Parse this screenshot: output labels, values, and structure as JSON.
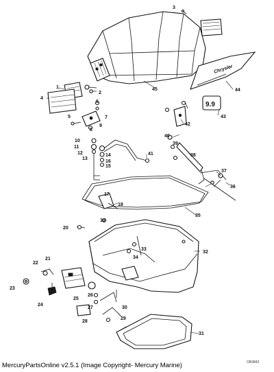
{
  "diagram": {
    "decal_text": "Chrysler",
    "hp_badge": "9.9",
    "reference_code": "OB3842",
    "callouts": [
      "1",
      "2",
      "3",
      "4",
      "5",
      "6",
      "7",
      "8",
      "9",
      "10",
      "11",
      "12",
      "13",
      "14",
      "15",
      "16",
      "17",
      "18",
      "19",
      "20",
      "21",
      "22",
      "23",
      "24",
      "25",
      "26",
      "27",
      "28",
      "29",
      "30",
      "31",
      "32",
      "33",
      "34",
      "35",
      "36",
      "37",
      "38",
      "39",
      "40",
      "41",
      "42",
      "43",
      "44",
      "45"
    ]
  },
  "footer": {
    "caption": "MercuryPartsOnline v2.5.1 (Image Copyright- Mercury Marine)"
  }
}
